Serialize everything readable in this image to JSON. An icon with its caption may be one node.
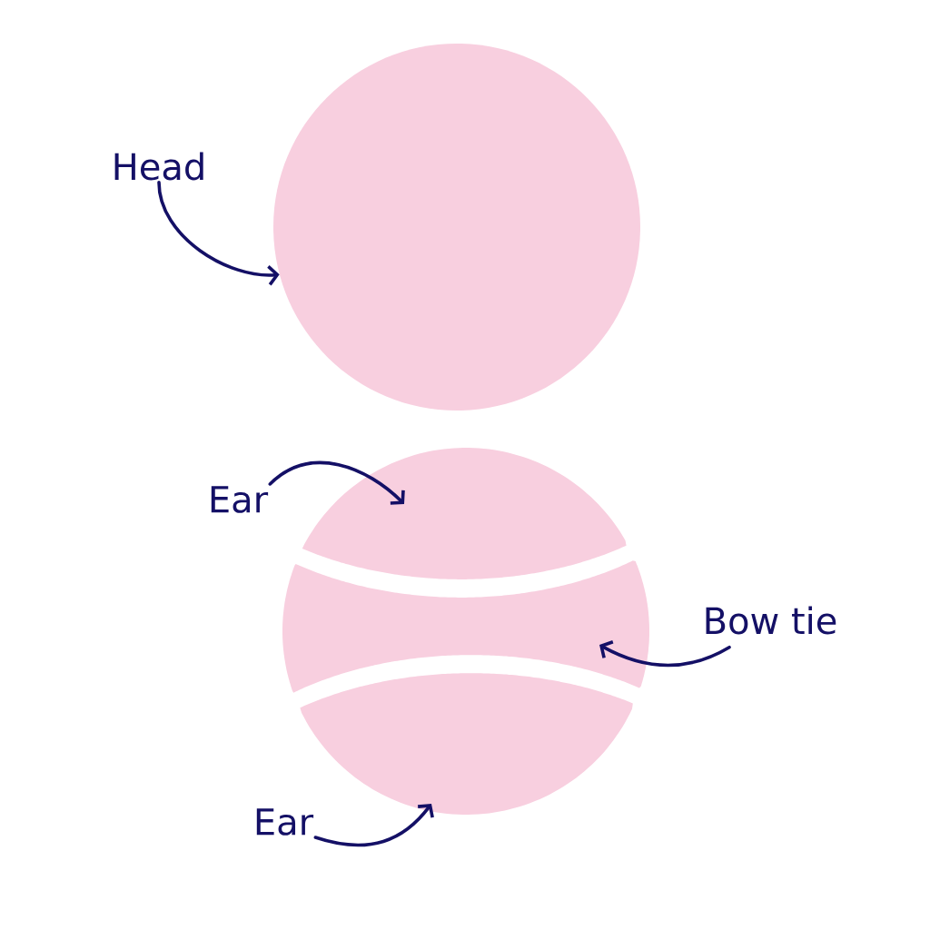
{
  "diagram": {
    "nodes": [
      {
        "text": [
          "Head"
        ]
      },
      {
        "text": [],
        "shape": "circle"
      },
      {
        "text": [
          "Ear"
        ]
      },
      {
        "text": [],
        "shape": "segment"
      },
      {
        "text": [
          "Bow tie"
        ]
      },
      {
        "text": [],
        "shape": "bar"
      },
      {
        "text": [],
        "shape": "segment"
      },
      {
        "text": [
          "Ear"
        ]
      }
    ],
    "edges": [
      {
        "from": 0,
        "to": 1,
        "arrow": "to"
      },
      {
        "from": 2,
        "to": 3,
        "arrow": "to"
      },
      {
        "from": 4,
        "to": 5,
        "arrow": "to"
      },
      {
        "from": 7,
        "to": 6,
        "arrow": "to"
      }
    ]
  }
}
